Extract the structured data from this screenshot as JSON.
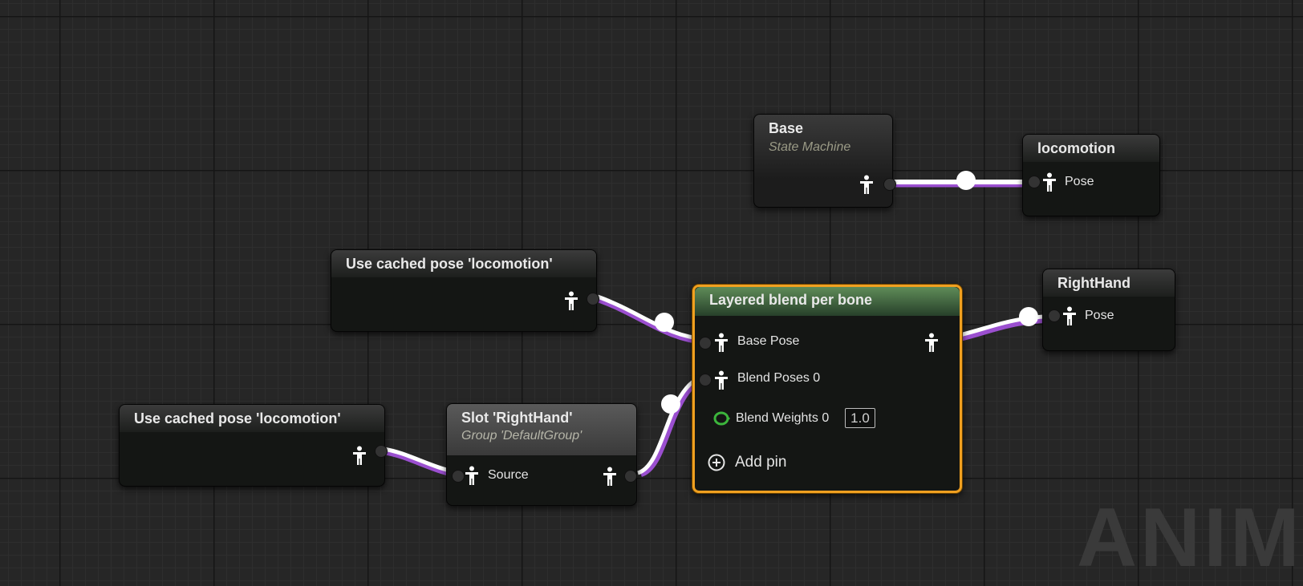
{
  "nodes": {
    "base_state_machine": {
      "title": "Base",
      "subtitle": "State Machine"
    },
    "locomotion_output": {
      "title": "locomotion",
      "pin_pose": "Pose"
    },
    "cached_pose_top": {
      "title": "Use cached pose 'locomotion'"
    },
    "cached_pose_bottom": {
      "title": "Use cached pose 'locomotion'"
    },
    "slot_righthand": {
      "title": "Slot 'RightHand'",
      "subtitle": "Group 'DefaultGroup'",
      "pin_source": "Source"
    },
    "layered_blend": {
      "title": "Layered blend per bone",
      "pin_base_pose": "Base Pose",
      "pin_blend_poses": "Blend Poses 0",
      "pin_blend_weights": "Blend Weights 0",
      "blend_weight_value": "1.0",
      "add_pin": "Add pin"
    },
    "righthand_output": {
      "title": "RightHand",
      "pin_pose": "Pose"
    }
  },
  "watermark": "ANIMA",
  "colors": {
    "graph_background": "#262626",
    "wire_exec": "#ffffff",
    "wire_pose_accent": "#9b4fd0",
    "selected_outline": "#f0a020",
    "blend_header": "#5f8c58",
    "float_pin": "#3cb53c"
  }
}
